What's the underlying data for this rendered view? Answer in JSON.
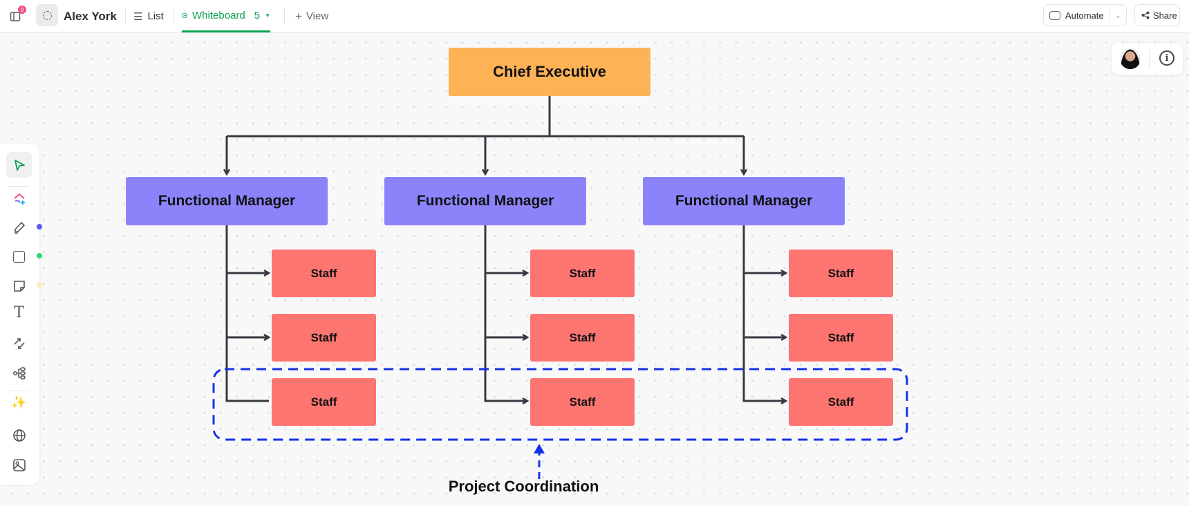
{
  "header": {
    "notification_count": "9",
    "title": "Alex York",
    "tabs": [
      {
        "label": "List",
        "icon": "list-icon"
      },
      {
        "label": "Whiteboard",
        "icon": "whiteboard-icon",
        "count": "5",
        "active": true
      }
    ],
    "add_view": "View",
    "automate": "Automate",
    "share": "Share"
  },
  "colors": {
    "accent": "#0aa34f",
    "chief": "#fdb255",
    "manager": "#8c83fa",
    "staff": "#fd7571",
    "dashed": "#1431e8"
  },
  "diagram": {
    "chief": "Chief Executive",
    "managers": [
      {
        "label": "Functional Manager",
        "staff": [
          "Staff",
          "Staff",
          "Staff"
        ]
      },
      {
        "label": "Functional Manager",
        "staff": [
          "Staff",
          "Staff",
          "Staff"
        ]
      },
      {
        "label": "Functional Manager",
        "staff": [
          "Staff",
          "Staff",
          "Staff"
        ]
      }
    ],
    "annotation": "Project Coordination"
  },
  "toolbar": {
    "tools": [
      "select",
      "clickup-ai",
      "pen",
      "shape",
      "sticky-note",
      "text",
      "connector",
      "mind-map",
      "magic",
      "embed",
      "image"
    ],
    "pen_color": "#5b57e8",
    "shape_color": "#2ad97a",
    "sticky_color": "#fce9b0"
  }
}
